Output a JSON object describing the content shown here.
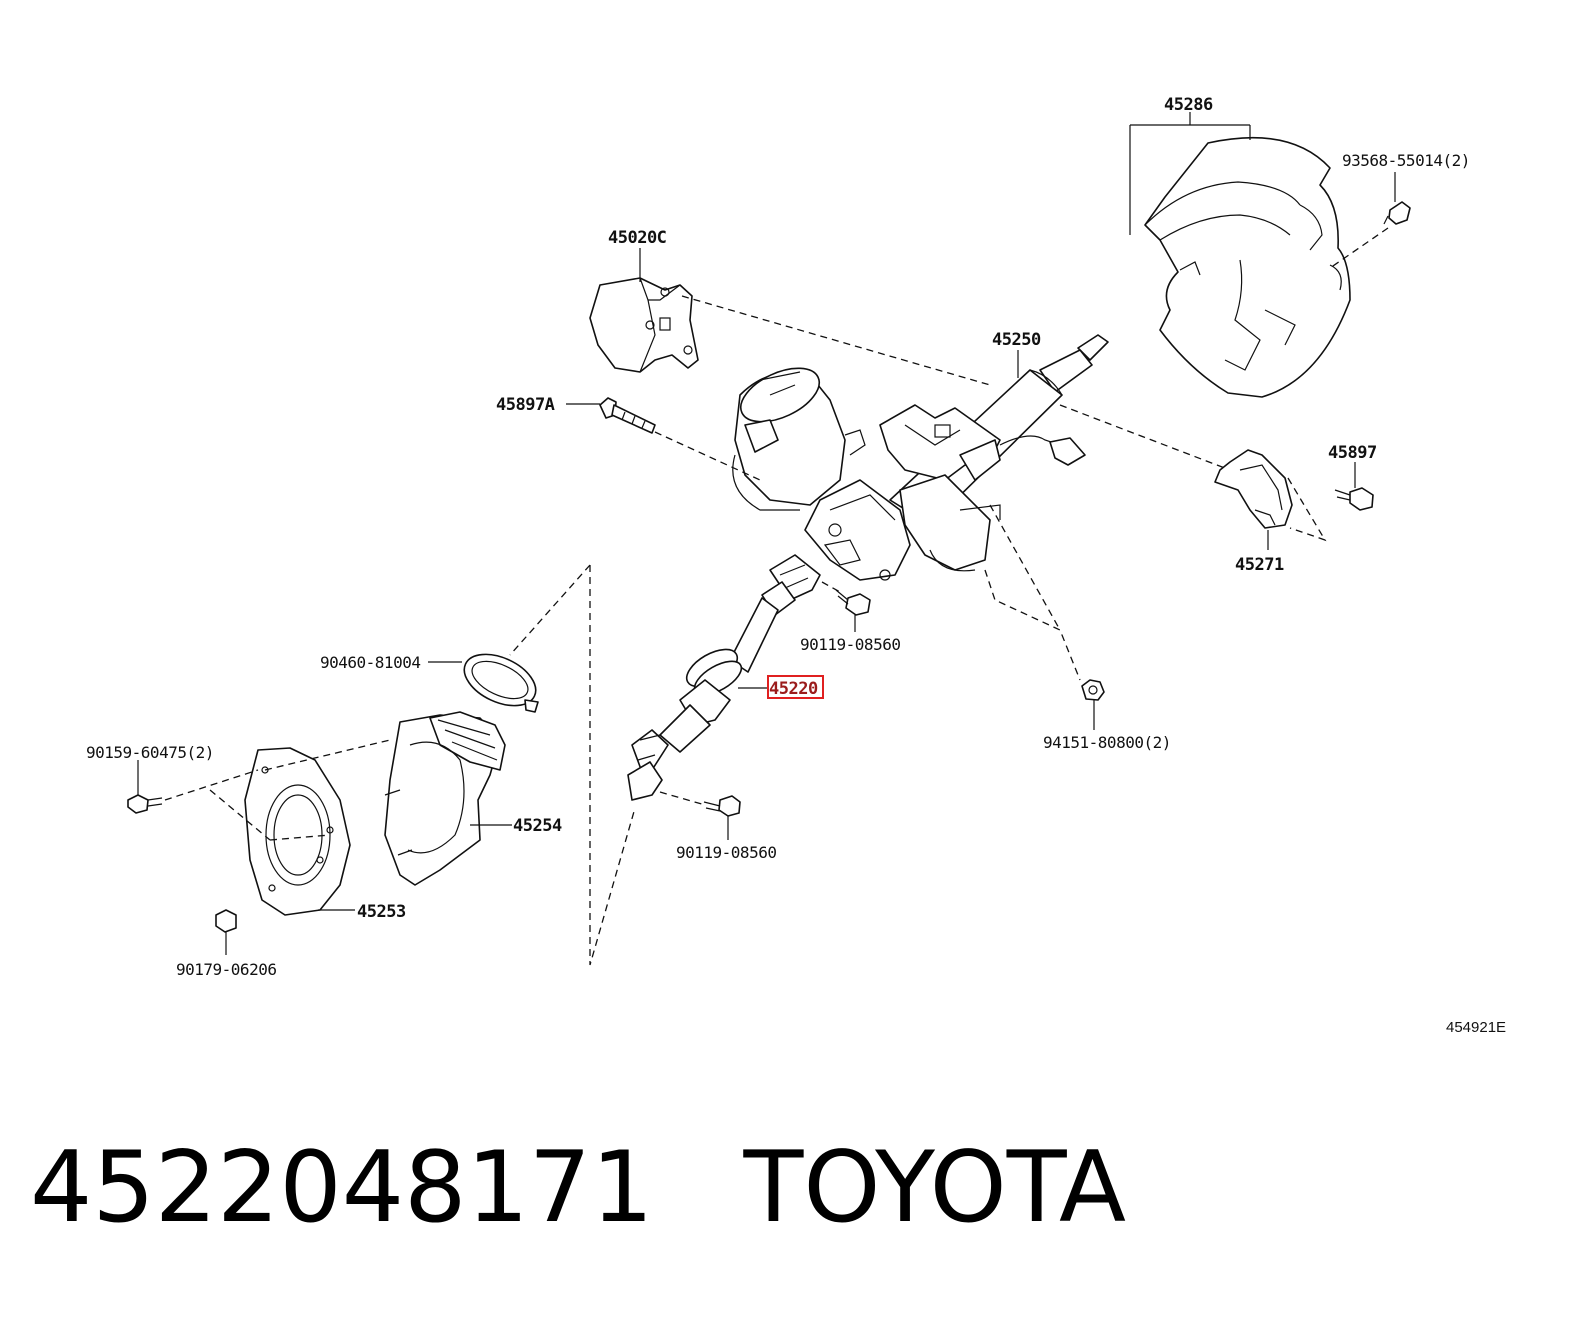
{
  "labels": {
    "p45286": "45286",
    "p93568": "93568-55014(2)",
    "p45020C": "45020C",
    "p45250": "45250",
    "p45897A": "45897A",
    "p45897": "45897",
    "p45271": "45271",
    "p90119a": "90119-08560",
    "p90460": "90460-81004",
    "p45220": "45220",
    "p94151": "94151-80800(2)",
    "p90159": "90159-60475(2)",
    "p45254": "45254",
    "p45253": "45253",
    "p90119b": "90119-08560",
    "p90179": "90179-06206"
  },
  "diagram_code": "454921E",
  "highlighted_part": "45220",
  "highlight_color": "#e02020",
  "footer": {
    "part_number": "4522048171",
    "brand": "TOYOTA"
  }
}
